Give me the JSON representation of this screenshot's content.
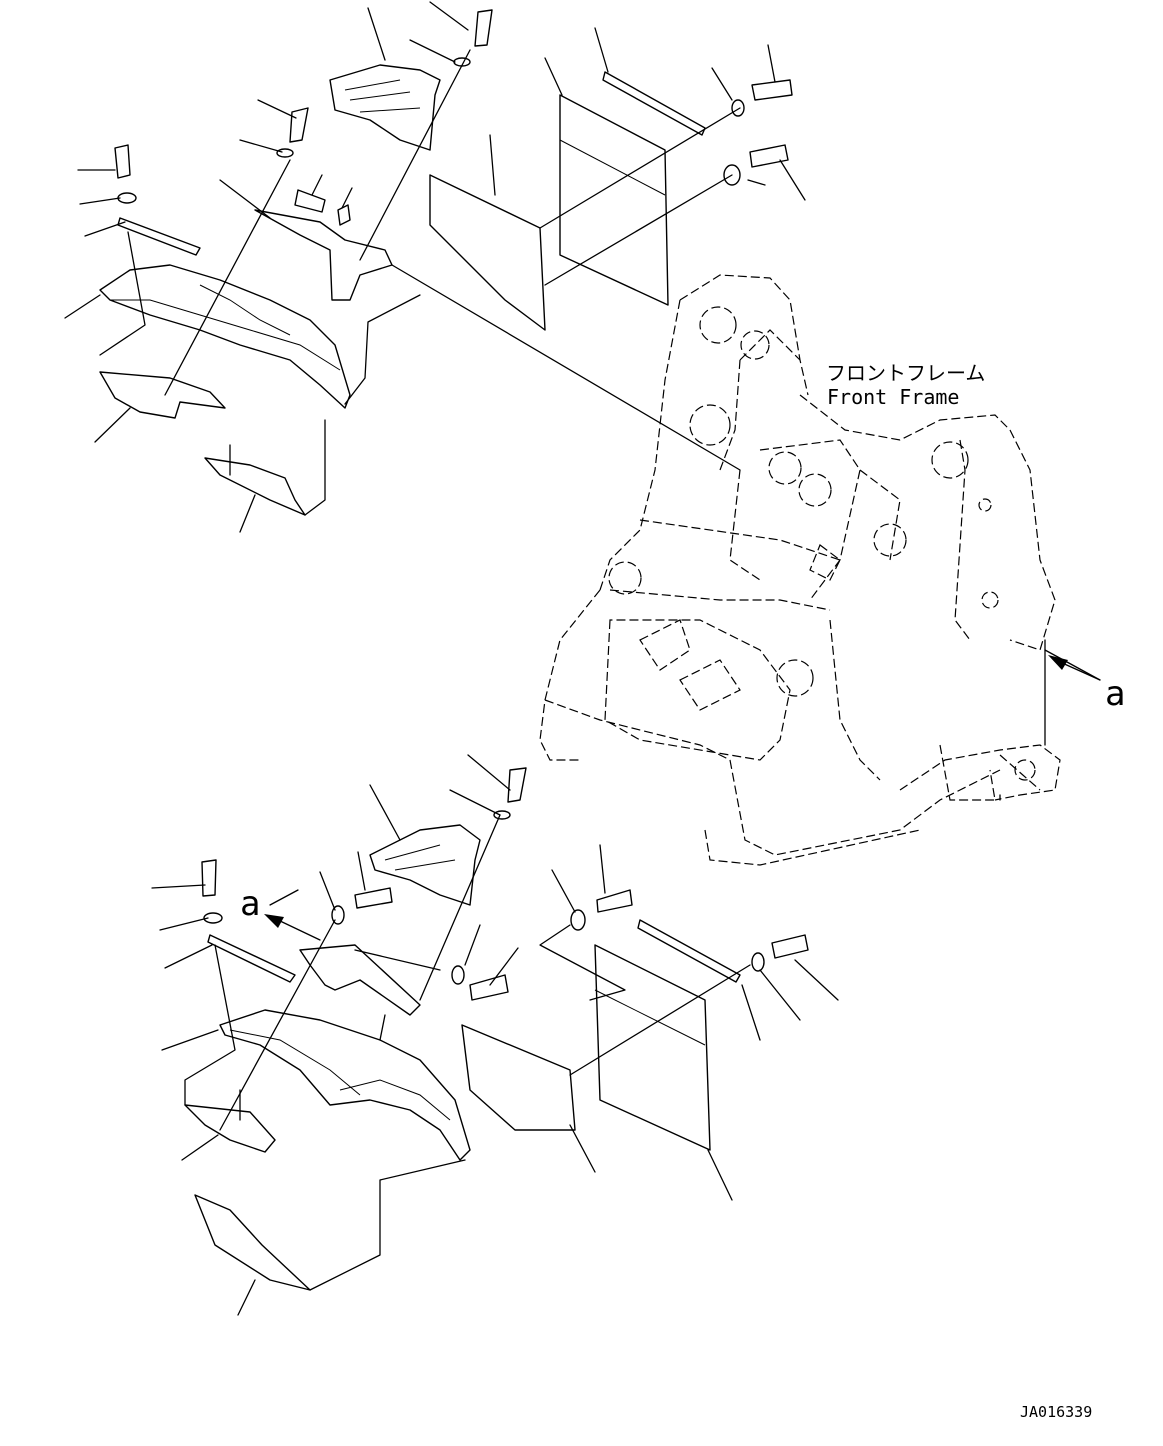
{
  "labels": {
    "frame_jp": "フロントフレーム",
    "frame_en": "Front Frame",
    "view_marker_right": "a",
    "view_marker_left": "a",
    "drawing_number": "JA016339"
  }
}
